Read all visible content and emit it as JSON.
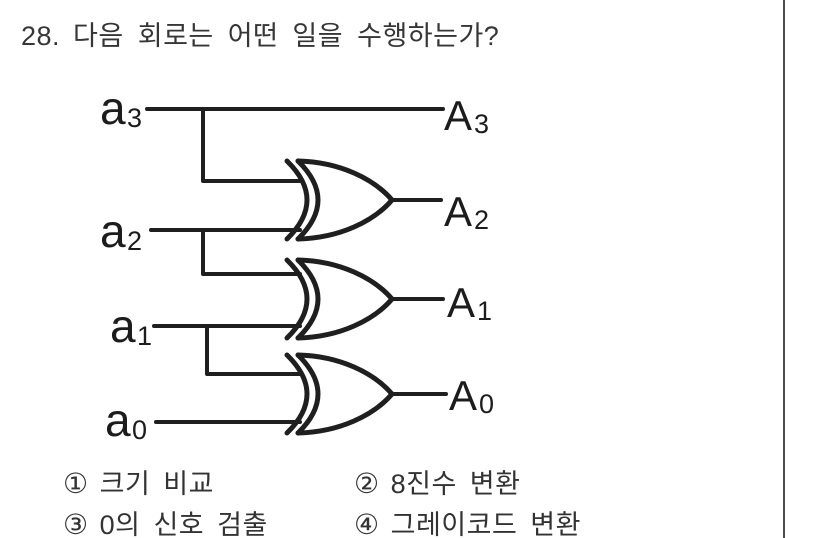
{
  "question": {
    "number": "28.",
    "text": "다음 회로는 어떤 일을 수행하는가?"
  },
  "circuit": {
    "type": "logic-diagram",
    "description": "binary to gray code converter with three XOR gates",
    "gates": [
      "xor",
      "xor",
      "xor"
    ],
    "inputs": [
      {
        "base": "a",
        "sub": "3"
      },
      {
        "base": "a",
        "sub": "2"
      },
      {
        "base": "a",
        "sub": "1"
      },
      {
        "base": "a",
        "sub": "0"
      }
    ],
    "outputs": [
      {
        "base": "A",
        "sub": "3"
      },
      {
        "base": "A",
        "sub": "2"
      },
      {
        "base": "A",
        "sub": "1"
      },
      {
        "base": "A",
        "sub": "0"
      }
    ],
    "connections": [
      "A3 = a3",
      "A2 = a3 XOR a2",
      "A1 = a2 XOR a1",
      "A0 = a1 XOR a0"
    ],
    "stroke_color": "#1f1f1f"
  },
  "choices": [
    {
      "num": "①",
      "label": "크기 비교"
    },
    {
      "num": "②",
      "label": "8진수 변환"
    },
    {
      "num": "③",
      "label": "0의 신호 검출"
    },
    {
      "num": "④",
      "label": "그레이코드 변환"
    }
  ],
  "page": {
    "background": "#ffffff",
    "rule_color": "#4a4a4a"
  }
}
